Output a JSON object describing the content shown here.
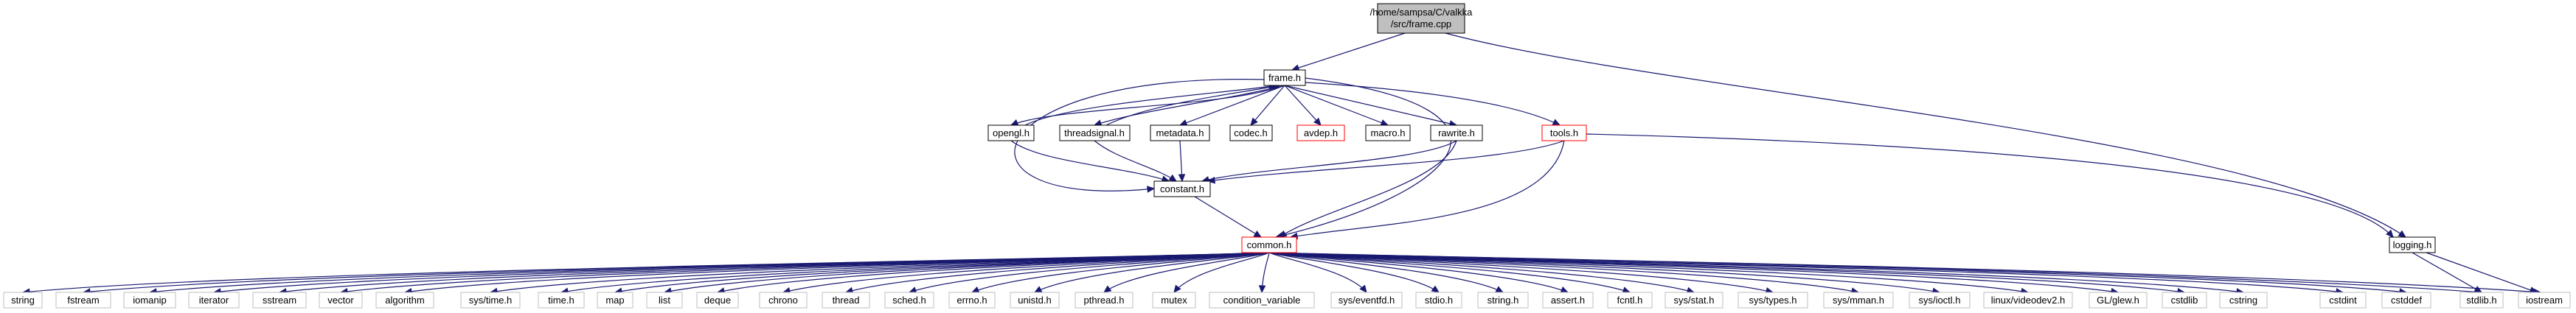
{
  "graph": {
    "root": {
      "label_lines": [
        "/home/sampsa/C/valkka",
        "/src/frame.cpp"
      ]
    },
    "nodes": {
      "frame_h": "frame.h",
      "logging_h": "logging.h",
      "opengl_h": "opengl.h",
      "threadsignal_h": "threadsignal.h",
      "metadata_h": "metadata.h",
      "codec_h": "codec.h",
      "avdep_h": "avdep.h",
      "macro_h": "macro.h",
      "rawrite_h": "rawrite.h",
      "tools_h": "tools.h",
      "constant_h": "constant.h",
      "common_h": "common.h",
      "iostream": "iostream",
      "stdlib_h": "stdlib.h",
      "leaves": [
        "string",
        "fstream",
        "iomanip",
        "iterator",
        "sstream",
        "vector",
        "algorithm",
        "sys/time.h",
        "time.h",
        "map",
        "list",
        "deque",
        "chrono",
        "thread",
        "sched.h",
        "errno.h",
        "unistd.h",
        "pthread.h",
        "mutex",
        "condition_variable",
        "sys/eventfd.h",
        "stdio.h",
        "string.h",
        "assert.h",
        "fcntl.h",
        "sys/stat.h",
        "sys/types.h",
        "sys/mman.h",
        "sys/ioctl.h",
        "linux/videodev2.h",
        "GL/glew.h",
        "cstdlib",
        "cstring",
        "cstdint",
        "cstddef"
      ]
    },
    "colors": {
      "edge": "#191970",
      "root_fill": "#bfbfbf",
      "node_border": "#000000",
      "undocumented_border": "#ff0000",
      "leaf_border": "#bfbfbf"
    }
  }
}
